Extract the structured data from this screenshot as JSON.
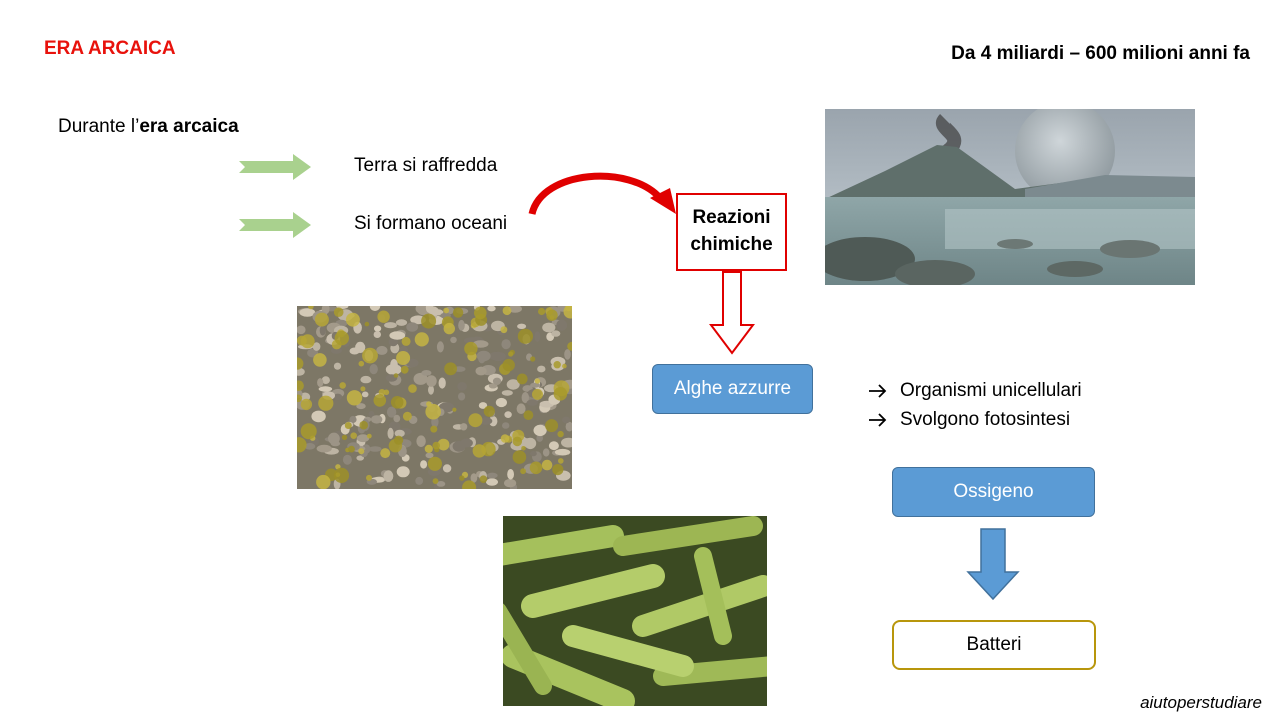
{
  "header": {
    "title": "ERA ARCAICA",
    "period": "Da 4 miliardi – 600 milioni anni fa"
  },
  "intro": {
    "prefix": "Durante l’",
    "bold": "era arcaica"
  },
  "items": [
    {
      "text": "Terra si raffredda",
      "icon": "green-right-arrow-icon"
    },
    {
      "text": "Si formano oceani",
      "icon": "green-right-arrow-icon"
    }
  ],
  "reactions_box": {
    "label": "Reazioni chimiche"
  },
  "algae_box": {
    "label": "Alghe azzurre"
  },
  "algae_facts": [
    "Organismi unicellulari",
    "Svolgono fotosintesi"
  ],
  "oxygen_box": {
    "label": "Ossigeno"
  },
  "bacteria_box": {
    "label": "Batteri"
  },
  "footer": {
    "credit": "aiutoperstudiare"
  },
  "images": [
    {
      "name": "archaean-landscape-image",
      "subject": "volcano, moon and primordial ocean"
    },
    {
      "name": "algae-pebbles-image",
      "subject": "pebbles covered with yellow-green algae"
    },
    {
      "name": "bacteria-image",
      "subject": "green rod-shaped bacteria"
    }
  ],
  "colors": {
    "title_red": "#e8120c",
    "accent_blue": "#5b9bd5",
    "box_red": "#e00000",
    "box_gold": "#b8960c",
    "arrow_green": "#a9d18e"
  }
}
